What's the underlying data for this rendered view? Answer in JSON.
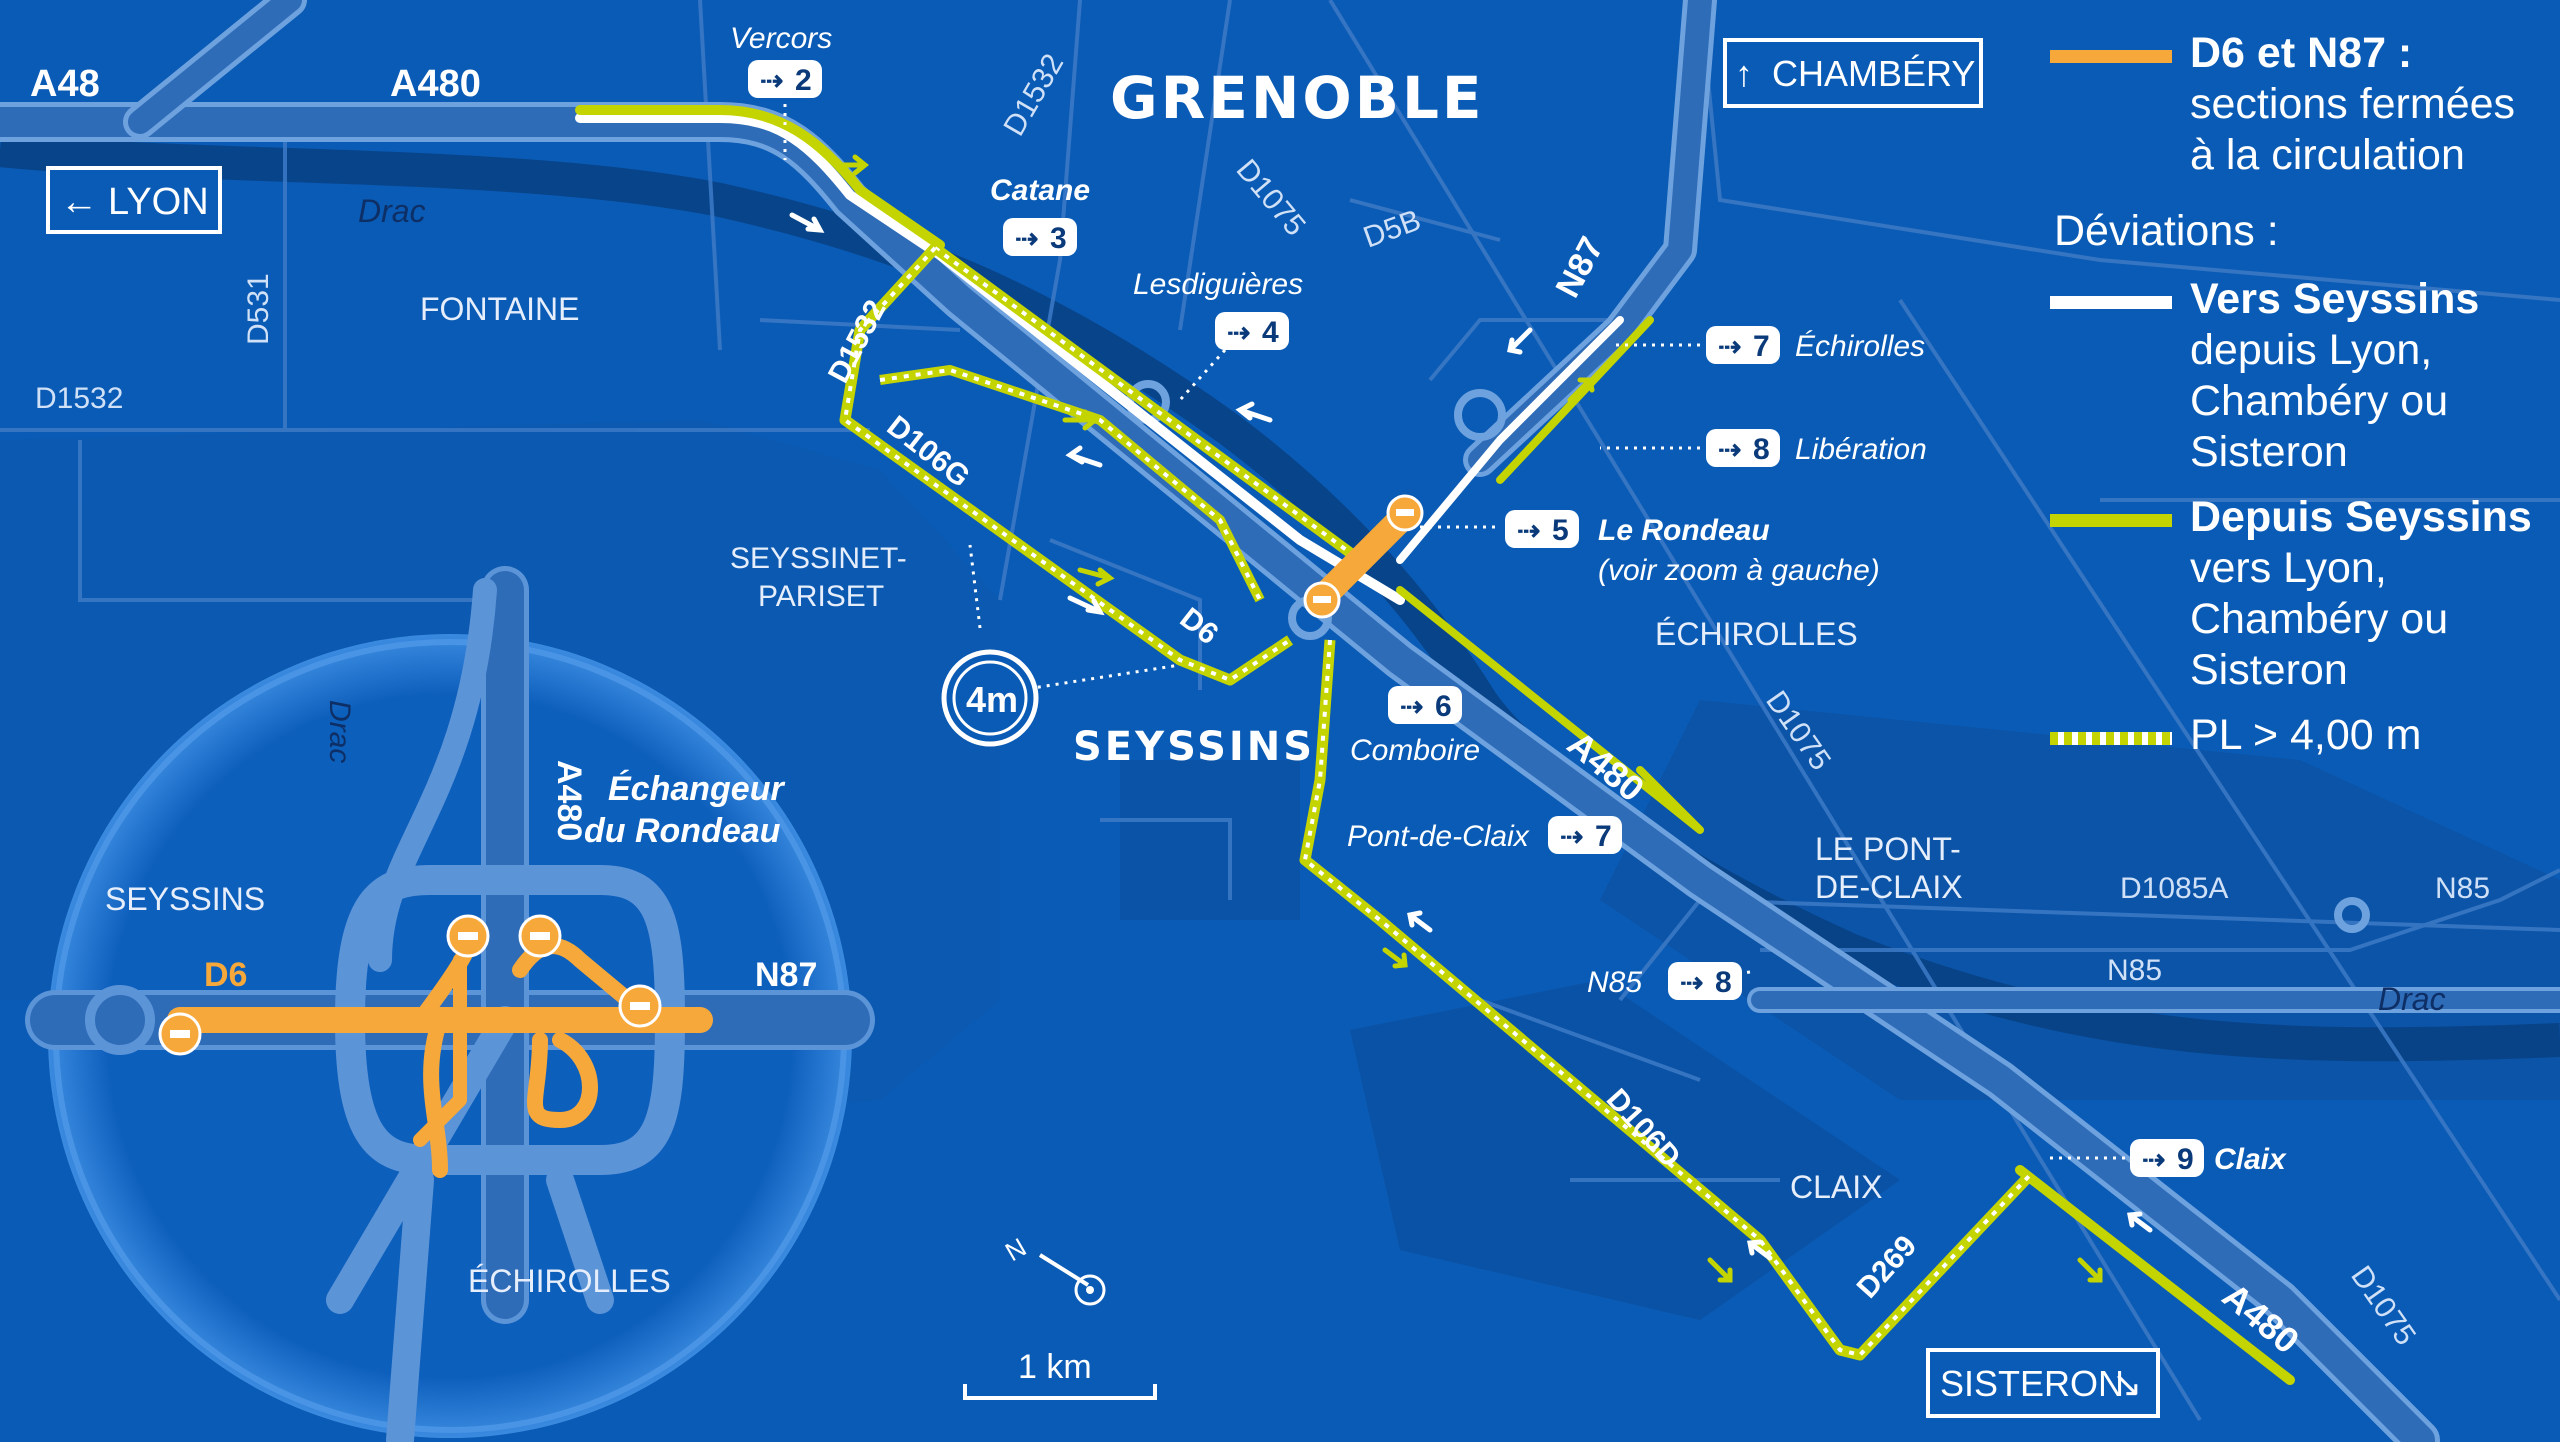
{
  "map_labels": {
    "grenoble": "GRENOBLE",
    "seyssins": "SEYSSINS",
    "fontaine": "FONTAINE",
    "seyssinet_pariset_1": "SEYSSINET-",
    "seyssinet_pariset_2": "PARISET",
    "echirolles": "ÉCHIROLLES",
    "pont_de_claix_1": "LE PONT-",
    "pont_de_claix_2": "DE-CLAIX",
    "claix": "CLAIX",
    "drac_1": "Drac",
    "drac_2": "Drac",
    "drac_3": "Drac"
  },
  "roads": {
    "a48": "A48",
    "a480_top": "A480",
    "a480_mid": "A480",
    "a480_bottom": "A480",
    "a480_inset": "A480",
    "n87": "N87",
    "n85_right": "N85",
    "n85_mid": "N85",
    "d1532_top": "D1532",
    "d1532_left": "D1532",
    "d1532_diag": "D1532",
    "d531": "D531",
    "d1075_top": "D1075",
    "d1075_mid": "D1075",
    "d1075_bottom": "D1075",
    "d5b": "D5B",
    "d106g": "D106G",
    "d6": "D6",
    "d106d": "D106D",
    "d269": "D269",
    "d1085a": "D1085A"
  },
  "directions": {
    "lyon": "LYON",
    "chambery": "CHAMBÉRY",
    "sisteron": "SISTERON",
    "lyon_arrow": "←",
    "chambery_arrow": "↑",
    "sisteron_arrow": "↘"
  },
  "exits": [
    {
      "num": "2",
      "name": "Vercors"
    },
    {
      "num": "3",
      "name": "Catane"
    },
    {
      "num": "4",
      "name": "Lesdiguières"
    },
    {
      "num": "7",
      "name": "Échirolles"
    },
    {
      "num": "8",
      "name": "Libération"
    },
    {
      "num": "5",
      "name": "Le Rondeau",
      "note": "(voir zoom à gauche)"
    },
    {
      "num": "6",
      "name": "Comboire"
    },
    {
      "num": "7",
      "name": "Pont-de-Claix"
    },
    {
      "num": "8",
      "name": "N85"
    },
    {
      "num": "9",
      "name": "Claix"
    }
  ],
  "height_limit": "4m",
  "scale_label": "1 km",
  "north_label": "N",
  "inset": {
    "title_1": "Échangeur",
    "title_2": "du Rondeau",
    "seyssins": "SEYSSINS",
    "echirolles": "ÉCHIROLLES",
    "d6": "D6",
    "n87": "N87",
    "drac": "Drac"
  },
  "legend": {
    "closed_title": "D6 et N87 :",
    "closed_desc": "sections fermées à la circulation",
    "deviations": "Déviations :",
    "to_title": "Vers Seyssins",
    "to_desc": "depuis Lyon, Chambéry ou Sisteron",
    "from_title": "Depuis Seyssins",
    "from_desc": "vers Lyon, Chambéry ou Sisteron",
    "pl": "PL > 4,00 m"
  },
  "colors": {
    "background": "#0a5bb5",
    "closed": "#f7a83a",
    "to_seyssins": "#ffffff",
    "from_seyssins": "#c4d400",
    "road": "#3f7cc6"
  }
}
